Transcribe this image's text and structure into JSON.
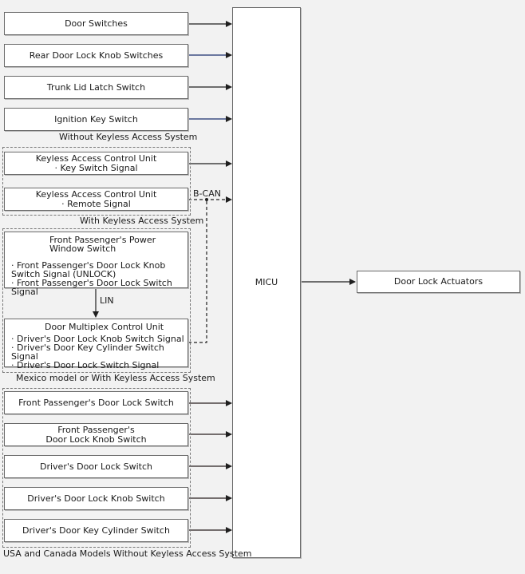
{
  "micu": {
    "label": "MICU"
  },
  "actuators": {
    "label": "Door Lock Actuators"
  },
  "inputs": {
    "door_switches": "Door Switches",
    "rear_knob": "Rear Door Lock Knob Switches",
    "trunk": "Trunk Lid Latch Switch",
    "ignition": "Ignition Key Switch"
  },
  "groups": {
    "without_keyless": "Without Keyless Access System",
    "with_keyless": "With Keyless Access System",
    "mexico": "Mexico model or With Keyless Access System",
    "usa_canada": "USA and Canada Models Without Keyless Access System"
  },
  "keyless1": {
    "line1": "Keyless Access Control Unit",
    "line2": "· Key Switch Signal"
  },
  "keyless2": {
    "line1": "Keyless Access Control Unit",
    "line2": "· Remote Signal"
  },
  "bcan": "B-CAN",
  "lin": "LIN",
  "fp_window": {
    "title1": "Front Passenger's Power",
    "title2": "Window Switch",
    "sig1": "· Front Passenger's Door Lock Knob",
    "sig1b": "Switch Signal (UNLOCK)",
    "sig2": "· Front Passenger's Door Lock Switch Signal"
  },
  "multiplex": {
    "title": "Door Multiplex Control Unit",
    "sig1": "· Driver's Door Lock Knob Switch Signal",
    "sig2": "· Driver's Door Key Cylinder Switch Signal",
    "sig3": "· Driver's Door Lock Switch Signal"
  },
  "usa": {
    "fp_lock": "Front Passenger's Door Lock Switch",
    "fp_knob1": "Front Passenger's",
    "fp_knob2": "Door Lock Knob Switch",
    "drv_lock": "Driver's Door Lock Switch",
    "drv_knob": "Driver's Door Lock Knob Switch",
    "drv_key": "Driver's Door Key Cylinder Switch"
  },
  "colors": {
    "wire": "#1f1f1f",
    "wire_blue": "#1b2f6e",
    "border": "#6a6a6a"
  }
}
